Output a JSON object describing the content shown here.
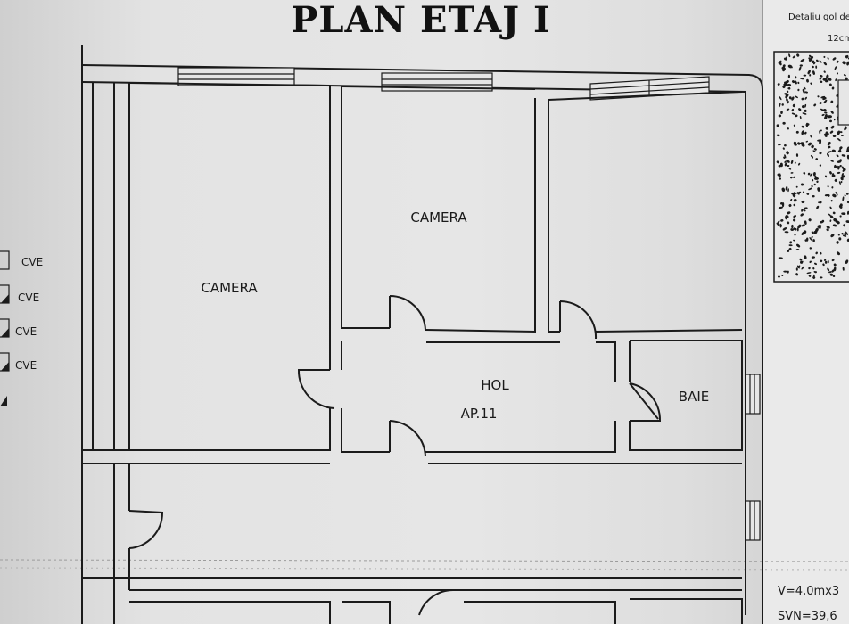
{
  "title": "PLAN ETAJ I",
  "rooms": {
    "camera_left": "CAMERA",
    "camera_center": "CAMERA",
    "hol": "HOL",
    "apartment": "AP.11",
    "baie": "BAIE"
  },
  "legend": [
    "CVE",
    "CVE",
    "CVE",
    "CVE"
  ],
  "detail": {
    "line1": "Detaliu gol de",
    "line2": "12cm"
  },
  "bottom_right": {
    "line1": "V=4,0mx3",
    "line2": "SVN=39,6"
  }
}
